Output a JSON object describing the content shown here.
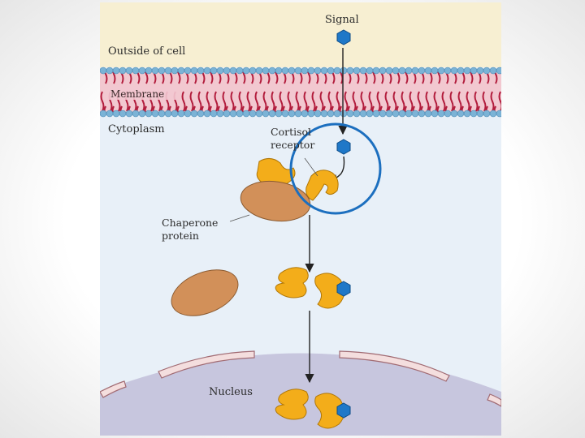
{
  "labels": {
    "signal": "Signal",
    "outside": "Outside of cell",
    "membrane": "Membrane",
    "cytoplasm": "Cytoplasm",
    "receptor_line1": "Cortisol",
    "receptor_line2": "receptor",
    "chaperone_line1": "Chaperone",
    "chaperone_line2": "protein",
    "nucleus": "Nucleus"
  },
  "colors": {
    "outside_bg": "#f7efd2",
    "cytoplasm_bg": "#e8f0f8",
    "nucleus_bg": "#c7c6de",
    "membrane_head": "#7bb3d6",
    "membrane_tail": "#b21c3c",
    "membrane_band": "#f2c8d0",
    "receptor": "#f3ad1a",
    "chaperone": "#d29059",
    "signal": "#1f78c8",
    "highlight_circle": "#1c6fbf",
    "nuclear_envelope": "#f4dede"
  },
  "icons": [
    "signal-molecule-icon",
    "arrow-down-icon"
  ]
}
